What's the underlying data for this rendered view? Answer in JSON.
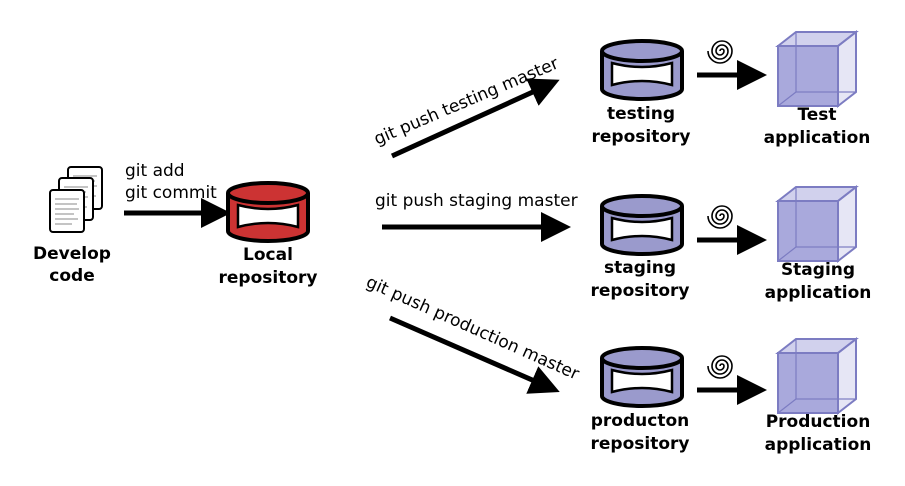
{
  "develop": {
    "line1": "Develop",
    "line2": "code"
  },
  "local": {
    "cmd_line1": "git add",
    "cmd_line2": "git commit",
    "line1": "Local",
    "line2": "repository"
  },
  "branches": {
    "testing": {
      "push_label": "git push testing master",
      "repo_line1": "testing",
      "repo_line2": "repository",
      "app_line1": "Test",
      "app_line2": "application"
    },
    "staging": {
      "push_label": "git push staging master",
      "repo_line1": "staging",
      "repo_line2": "repository",
      "app_line1": "Staging",
      "app_line2": "application"
    },
    "production": {
      "push_label": "git push production master",
      "repo_line1": "producton",
      "repo_line2": "repository",
      "app_line1": "Production",
      "app_line2": "application"
    }
  },
  "colors": {
    "local_repo_fill": "#cc3333",
    "remote_repo_fill": "#9a9acc",
    "app_cube_fill": "#9a9ad6",
    "app_cube_edge": "#7c7cc2",
    "arrow": "#000000"
  },
  "icons": {
    "documents": "documents-icon",
    "database": "database-icon",
    "hook": "spiral-icon",
    "application": "cube-icon"
  }
}
